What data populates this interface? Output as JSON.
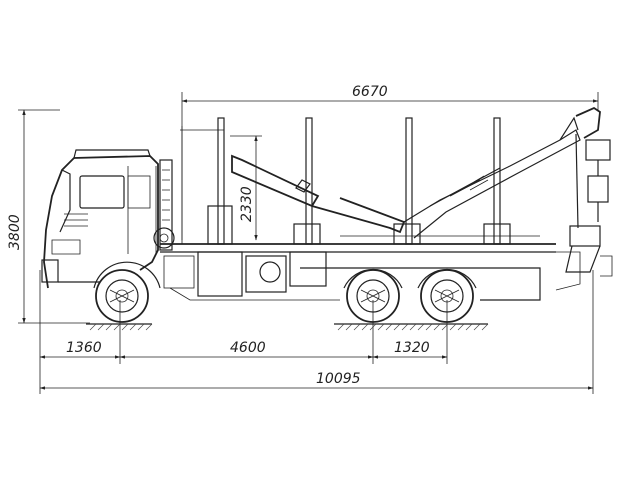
{
  "dimensions": {
    "overall_height": "3800",
    "platform_length": "6670",
    "stanchion_height": "2330",
    "front_overhang": "1360",
    "wheelbase": "4600",
    "bogie_spacing": "1320",
    "overall_length": "10095"
  },
  "colors": {
    "line": "#222222",
    "background": "#ffffff"
  }
}
